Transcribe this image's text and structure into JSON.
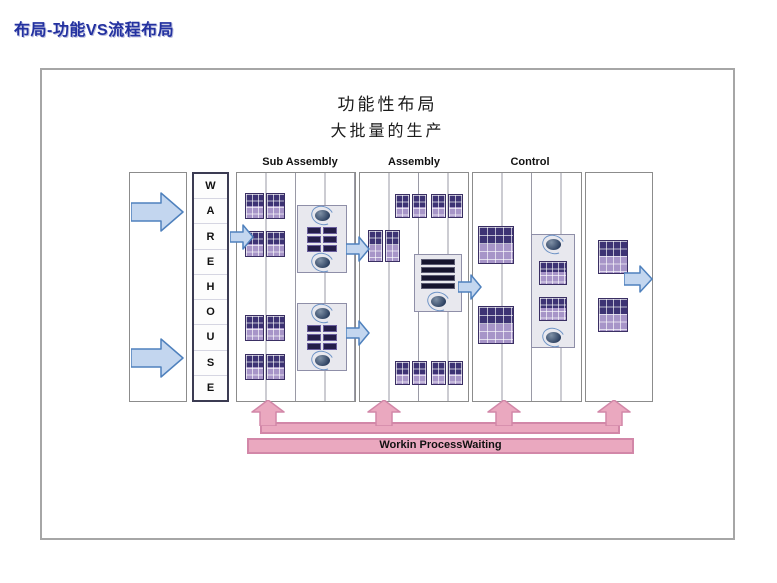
{
  "slide": {
    "title": "布局-功能VS流程布局"
  },
  "diagram": {
    "title": "功能性布局",
    "subtitle": "大批量的生产",
    "section_labels": [
      "Sub Assembly",
      "Assembly",
      "Control"
    ],
    "warehouse_letters": [
      "W",
      "A",
      "R",
      "E",
      "H",
      "O",
      "U",
      "S",
      "E"
    ],
    "wip_label": "Workin ProcessWaiting"
  },
  "colors": {
    "slide_title": "#2331a0",
    "flow_arrow_fill": "#c3d6ef",
    "flow_arrow_stroke": "#4f81bd",
    "wip_fill": "#eaa8bf",
    "wip_stroke": "#d287a8",
    "pallet_dark": "#3d3374",
    "pallet_light": "#a795c8",
    "machine_ball": "#17375e",
    "frame_border": "#a6a6a6",
    "grid_line": "#9a9aa6"
  }
}
